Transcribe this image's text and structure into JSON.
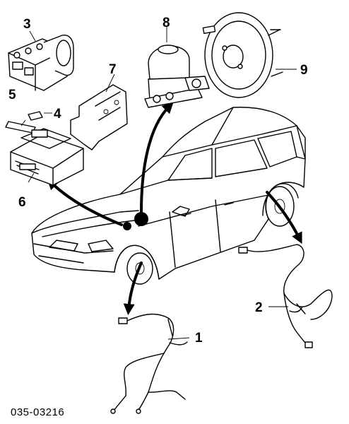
{
  "callouts": {
    "c1": "1",
    "c2": "2",
    "c3": "3",
    "c4": "4",
    "c5": "5",
    "c6": "6",
    "c7": "7",
    "c8": "8",
    "c9": "9"
  },
  "figure_code": "035-03216"
}
